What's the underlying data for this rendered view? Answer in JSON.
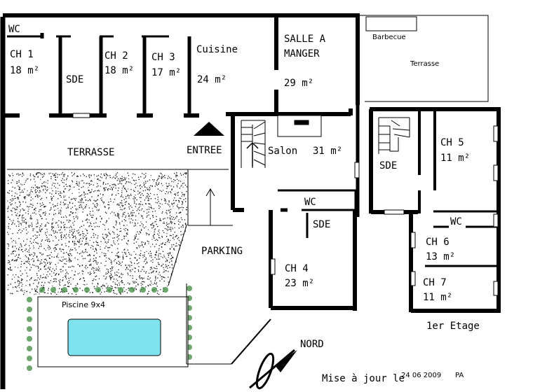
{
  "rooms": {
    "wc1": "WC",
    "ch1_name": "CH 1",
    "ch1_area": "18 m²",
    "sde1": "SDE",
    "ch2_name": "CH 2",
    "ch2_area": "18 m²",
    "ch3_name": "CH 3",
    "ch3_area": "17 m²",
    "cuisine_name": "Cuisine",
    "cuisine_area": "24 m²",
    "salle_line1": "SALLE A",
    "salle_line2": "MANGER",
    "salle_area": "29 m²",
    "barbecue": "Barbecue",
    "terrasse_top": "Terrasse",
    "terrasse_main": "TERRASSE",
    "entree": "ENTREE",
    "salon_name": "Salon",
    "salon_area": "31 m²",
    "wc2": "WC",
    "sde2": "SDE",
    "ch4_name": "CH 4",
    "ch4_area": "23 m²",
    "parking": "PARKING",
    "piscine": "Piscine  9x4",
    "sde3": "SDE",
    "ch5_name": "CH 5",
    "ch5_area": "11 m²",
    "wc3": "WC",
    "ch6_name": "CH 6",
    "ch6_area": "13 m²",
    "ch7_name": "CH 7",
    "ch7_area": "11 m²",
    "etage": "1er Etage"
  },
  "footer": {
    "nord": "NORD",
    "update_label": "Mise à jour le",
    "update_date": "24 06 2009",
    "update_initials": "PA"
  },
  "colors": {
    "wall": "#000000",
    "pool": "#7fe3ef",
    "vegetation": "#3c8a3c"
  }
}
